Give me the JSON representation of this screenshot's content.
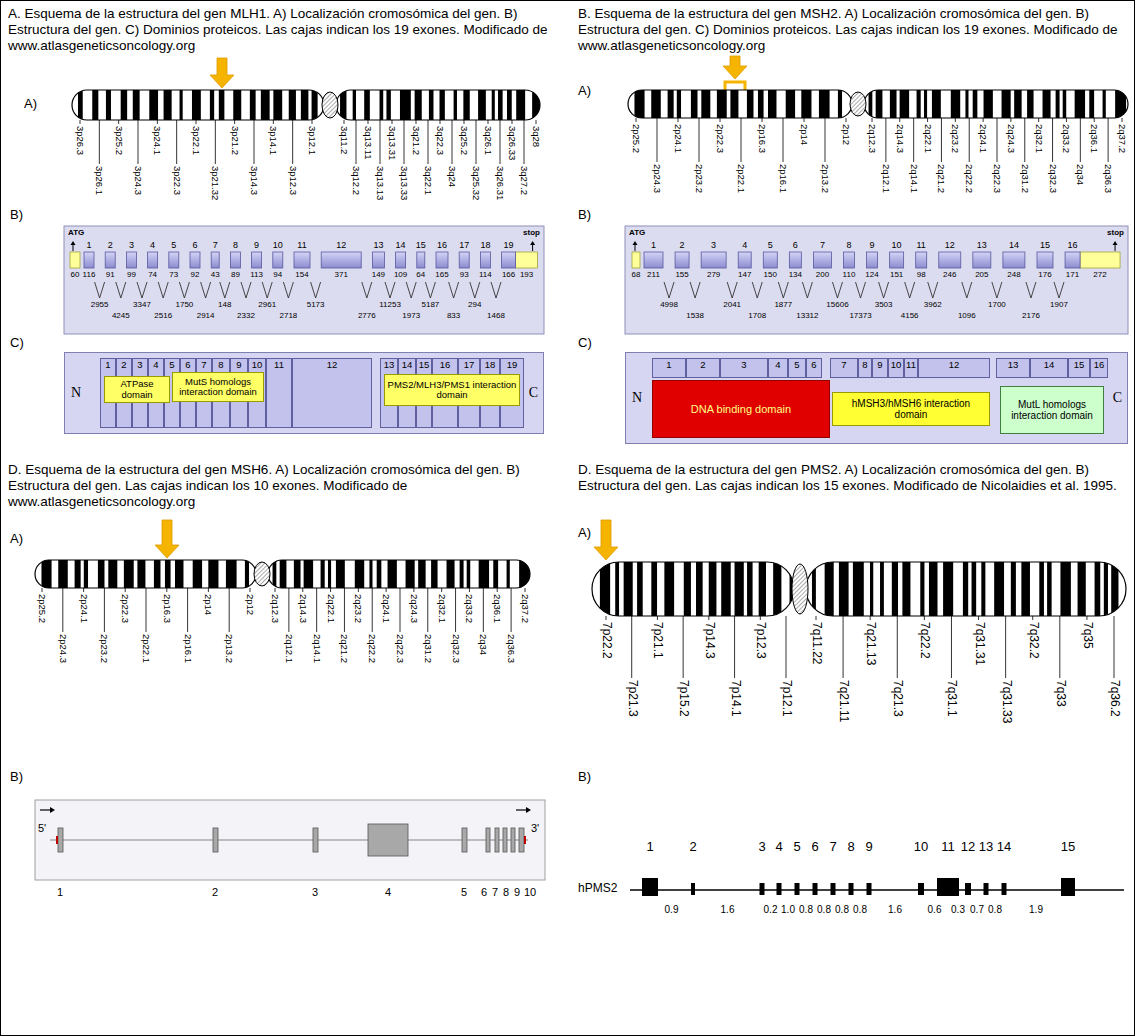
{
  "diagram": {
    "nodes": [
      {
        "text": [
          "N",
          "C"
        ]
      },
      {
        "text": [
          "1"
        ],
        "in": 0
      },
      {
        "text": [
          "2"
        ],
        "in": 0
      },
      {
        "text": [
          "3"
        ],
        "in": 0
      },
      {
        "text": [
          "4"
        ],
        "in": 0
      },
      {
        "text": [
          "5"
        ],
        "in": 0
      },
      {
        "text": [
          "6"
        ],
        "in": 0
      },
      {
        "text": [
          "7"
        ],
        "in": 0
      },
      {
        "text": [
          "8"
        ],
        "in": 0
      },
      {
        "text": [
          "9"
        ],
        "in": 0
      },
      {
        "text": [
          "10"
        ],
        "in": 0
      },
      {
        "text": [
          "11"
        ],
        "in": 0
      },
      {
        "text": [
          "12"
        ],
        "in": 0
      },
      {
        "text": [
          "13"
        ],
        "in": 0
      },
      {
        "text": [
          "14"
        ],
        "in": 0
      },
      {
        "text": [
          "15"
        ],
        "in": 0
      },
      {
        "text": [
          "16"
        ],
        "in": 0
      },
      {
        "text": [
          "17"
        ],
        "in": 0
      },
      {
        "text": [
          "18"
        ],
        "in": 0
      },
      {
        "text": [
          "19"
        ],
        "in": 0
      },
      {
        "text": [
          "ATPase domain"
        ],
        "in": 0
      },
      {
        "text": [
          "MutS homologs interaction domain"
        ],
        "in": 0
      },
      {
        "text": [
          "PMS2/MLH3/PMS1 interaction domain"
        ],
        "in": 0
      },
      {
        "text": [
          "N",
          "C"
        ]
      },
      {
        "text": [
          "1"
        ],
        "in": 23
      },
      {
        "text": [
          "2"
        ],
        "in": 23
      },
      {
        "text": [
          "3"
        ],
        "in": 23
      },
      {
        "text": [
          "4"
        ],
        "in": 23
      },
      {
        "text": [
          "5"
        ],
        "in": 23
      },
      {
        "text": [
          "6"
        ],
        "in": 23
      },
      {
        "text": [
          "7"
        ],
        "in": 23
      },
      {
        "text": [
          "8"
        ],
        "in": 23
      },
      {
        "text": [
          "9"
        ],
        "in": 23
      },
      {
        "text": [
          "10"
        ],
        "in": 23
      },
      {
        "text": [
          "11"
        ],
        "in": 23
      },
      {
        "text": [
          "12"
        ],
        "in": 23
      },
      {
        "text": [
          "13"
        ],
        "in": 23
      },
      {
        "text": [
          "14"
        ],
        "in": 23
      },
      {
        "text": [
          "15"
        ],
        "in": 23
      },
      {
        "text": [
          "16"
        ],
        "in": 23
      },
      {
        "text": [
          "DNA binding domain"
        ],
        "in": 23
      },
      {
        "text": [
          "hMSH3/hMSH6 interaction domain"
        ],
        "in": 23
      },
      {
        "text": [
          "MutL homologs interaction domain"
        ],
        "in": 23
      }
    ],
    "labels": [
      "A. Esquema de la estructura del gen MLH1. A) Localización cromosómica del gen. B) Estructura del gen. C) Dominios proteicos. Las cajas indican los 19 exones. Modificado de www.atlasgeneticsoncology.org",
      "A)",
      "3p26.3",
      "3p26.1",
      "3p25.2",
      "3p24.3",
      "3p24.1",
      "3p22.3",
      "3p22.1",
      "3p21.32",
      "3p21.2",
      "3p14.3",
      "3p14.1",
      "3p12.3",
      "3p12.1",
      "3q11.2",
      "3q12.2",
      "3q13.11",
      "3q13.13",
      "3q13.31",
      "3q13.33",
      "3q21.2",
      "3q22.1",
      "3q22.3",
      "3q24",
      "3q25.2",
      "3q25.32",
      "3q26.1",
      "3q26.31",
      "3q26.33",
      "3q27.2",
      "3q28",
      "B)",
      "ATG",
      "stop",
      "1",
      "2",
      "3",
      "4",
      "5",
      "6",
      "7",
      "8",
      "9",
      "10",
      "11",
      "12",
      "13",
      "14",
      "15",
      "16",
      "17",
      "18",
      "19",
      "60",
      "116",
      "91",
      "99",
      "74",
      "73",
      "92",
      "43",
      "89",
      "113",
      "94",
      "154",
      "371",
      "149",
      "109",
      "64",
      "165",
      "93",
      "114",
      "166",
      "193",
      "2955",
      "4245",
      "3347",
      "2516",
      "1750",
      "2914",
      "148",
      "2332",
      "2961",
      "2718",
      "5173",
      "2776",
      "11253",
      "1973",
      "5187",
      "833",
      "294",
      "1468",
      "C)",
      "B. Esquema de la estructura del gen MSH2. A) Localización cromosómica del gen. B) Estructura del gen. C) Dominios proteicos. Las cajas indican los 19 exones. Modificado de www.atlasgeneticsoncology.org",
      "A)",
      "2p25.2",
      "2p24.3",
      "2p24.1",
      "2p23.2",
      "2p22.3",
      "2p22.1",
      "2p16.3",
      "2p16.1",
      "2p14",
      "2p13.2",
      "2p12",
      "2q12.3",
      "2q12.1",
      "2q14.3",
      "2q14.1",
      "2q22.1",
      "2q21.2",
      "2q23.2",
      "2q22.2",
      "2q24.1",
      "2q22.3",
      "2q24.3",
      "2q31.2",
      "2q32.1",
      "2q32.3",
      "2q33.2",
      "2q34",
      "2q36.1",
      "2q36.3",
      "2q37.2",
      "B)",
      "ATG",
      "stop",
      "1",
      "2",
      "3",
      "4",
      "5",
      "6",
      "7",
      "8",
      "9",
      "10",
      "11",
      "12",
      "13",
      "14",
      "15",
      "16",
      "68",
      "211",
      "155",
      "279",
      "147",
      "150",
      "134",
      "200",
      "110",
      "124",
      "151",
      "98",
      "246",
      "205",
      "248",
      "176",
      "171",
      "272",
      "4998",
      "1538",
      "2041",
      "1708",
      "1877",
      "13312",
      "15606",
      "17373",
      "3503",
      "4156",
      "3962",
      "1096",
      "1700",
      "2176",
      "1907",
      "C)",
      "D. Esquema de la estructura del gen MSH6. A) Localización cromosómica del gen. B) Estructura del gen. Las cajas indican los 10 exones. Modificado de www.atlasgeneticsoncology.org",
      "A)",
      "2p25.2",
      "2p24.3",
      "2p24.1",
      "2p23.2",
      "2p22.3",
      "2p22.1",
      "2p16.3",
      "2p16.1",
      "2p14",
      "2p13.2",
      "2p12",
      "2q12.3",
      "2q12.1",
      "2q14.3",
      "2q14.1",
      "2q22.1",
      "2q21.2",
      "2q23.2",
      "2q22.2",
      "2q24.1",
      "2q22.3",
      "2q24.3",
      "2q31.2",
      "2q32.1",
      "2q32.3",
      "2q33.2",
      "2q34",
      "2q36.1",
      "2q36.3",
      "2q37.2",
      "B)",
      "5'",
      "3'",
      "1",
      "2",
      "3",
      "4",
      "5",
      "6",
      "7",
      "8",
      "9",
      "10",
      "D. Esquema de la estructura del gen PMS2. A) Localización cromosómica del gen. B) Estructura del gen. Las cajas indican los 15 exones. Modificado de Nicolaidies et al. 1995.",
      "A)",
      "7p22.2",
      "7p21.3",
      "7p21.1",
      "7p15.2",
      "7p14.3",
      "7p14.1",
      "7p12.3",
      "7p12.1",
      "7q11.22",
      "7q21.11",
      "7q21.13",
      "7q21.3",
      "7q22.2",
      "7q31.1",
      "7q31.31",
      "7q31.33",
      "7q32.2",
      "7q33",
      "7q35",
      "7q36.2",
      "B)",
      "1",
      "2",
      "3",
      "4",
      "5",
      "6",
      "7",
      "8",
      "9",
      "10",
      "11",
      "12",
      "13",
      "14",
      "15",
      "hPMS2",
      "0.9",
      "1.6",
      "0.2",
      "1.0",
      "0.8",
      "0.8",
      "0.8",
      "0.8",
      "1.6",
      "0.6",
      "0.3",
      "0.7",
      "0.8",
      "1.9"
    ]
  }
}
